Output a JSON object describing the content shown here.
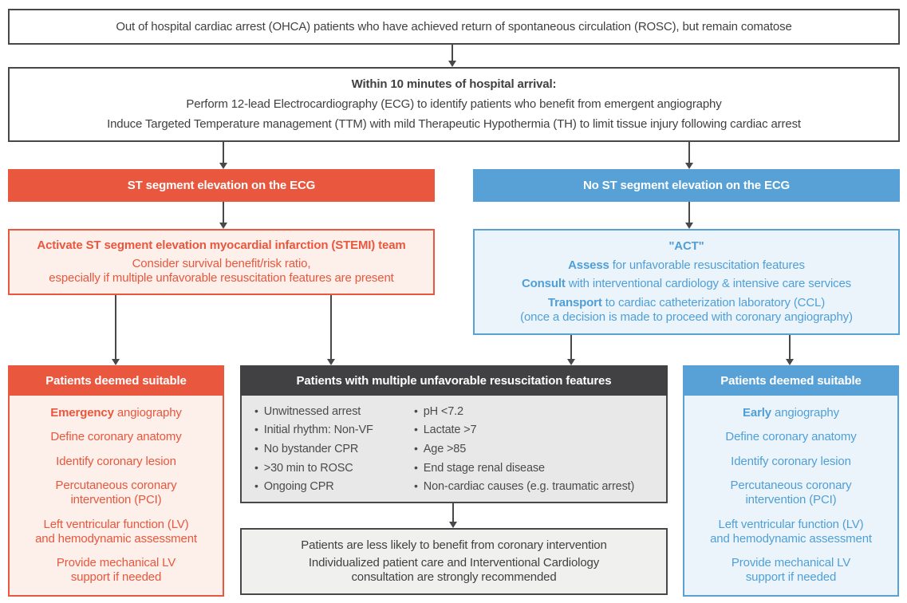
{
  "palette": {
    "red": "#e8573e",
    "red_light": "#fdefe9",
    "blue": "#58a1d7",
    "blue_light": "#ecf4fb",
    "dark_gray": "#414042",
    "light_gray": "#e8e8e9",
    "arrow": "#48484a"
  },
  "box_top": {
    "text": "Out of hospital cardiac arrest (OHCA) patients who have achieved return of spontaneous circulation (ROSC), but remain comatose"
  },
  "box_arrival": {
    "title": "Within 10 minutes of hospital arrival:",
    "lines": [
      "Perform 12-lead Electrocardiography (ECG) to identify patients who benefit from emergent angiography",
      "Induce Targeted Temperature management (TTM) with mild Therapeutic Hypothermia (TH) to limit tissue injury following cardiac arrest"
    ]
  },
  "branch_left": {
    "header": "ST segment elevation on the ECG",
    "stemi": {
      "line1": "Activate ST segment elevation myocardial infarction (STEMI) team",
      "line2": "Consider survival benefit/risk ratio,",
      "line3": "especially if multiple unfavorable resuscitation features are present"
    }
  },
  "branch_right": {
    "header": "No ST segment elevation on the ECG",
    "act": {
      "title": "\"ACT\"",
      "steps": [
        {
          "bold": "Assess",
          "rest": " for unfavorable resuscitation features"
        },
        {
          "bold": "Consult",
          "rest": " with interventional cardiology & intensive care services"
        },
        {
          "bold": "Transport",
          "rest": " to cardiac catheterization laboratory (CCL)"
        }
      ],
      "note": "(once a decision is made to proceed with coronary angiography)"
    }
  },
  "suitable_left": {
    "header": "Patients deemed suitable",
    "items": [
      {
        "bold": "Emergency",
        "rest": " angiography"
      },
      {
        "text": "Define coronary anatomy"
      },
      {
        "text": "Identify coronary lesion"
      },
      {
        "lines": [
          "Percutaneous coronary",
          "intervention (PCI)"
        ]
      },
      {
        "lines": [
          "Left ventricular function (LV)",
          "and hemodynamic assessment"
        ]
      },
      {
        "lines": [
          "Provide mechanical LV",
          "support if needed"
        ]
      }
    ]
  },
  "unfavorable": {
    "header": "Patients with multiple unfavorable resuscitation features",
    "col1": [
      "Unwitnessed arrest",
      "Initial rhythm: Non-VF",
      "No bystander CPR",
      ">30 min to ROSC",
      "Ongoing CPR"
    ],
    "col2": [
      "pH <7.2",
      "Lactate >7",
      "Age >85",
      "End stage renal disease",
      "Non-cardiac causes (e.g. traumatic arrest)"
    ]
  },
  "suitable_right": {
    "header": "Patients deemed suitable",
    "items": [
      {
        "bold": "Early",
        "rest": " angiography"
      },
      {
        "text": "Define coronary anatomy"
      },
      {
        "text": "Identify coronary lesion"
      },
      {
        "lines": [
          "Percutaneous coronary",
          "intervention (PCI)"
        ]
      },
      {
        "lines": [
          "Left ventricular function (LV)",
          "and hemodynamic assessment"
        ]
      },
      {
        "lines": [
          "Provide mechanical LV",
          "support if needed"
        ]
      }
    ]
  },
  "outcome": {
    "lines": [
      "Patients are less likely to benefit from coronary intervention",
      "Individualized patient care and Interventional Cardiology",
      "consultation are strongly recommended"
    ]
  }
}
